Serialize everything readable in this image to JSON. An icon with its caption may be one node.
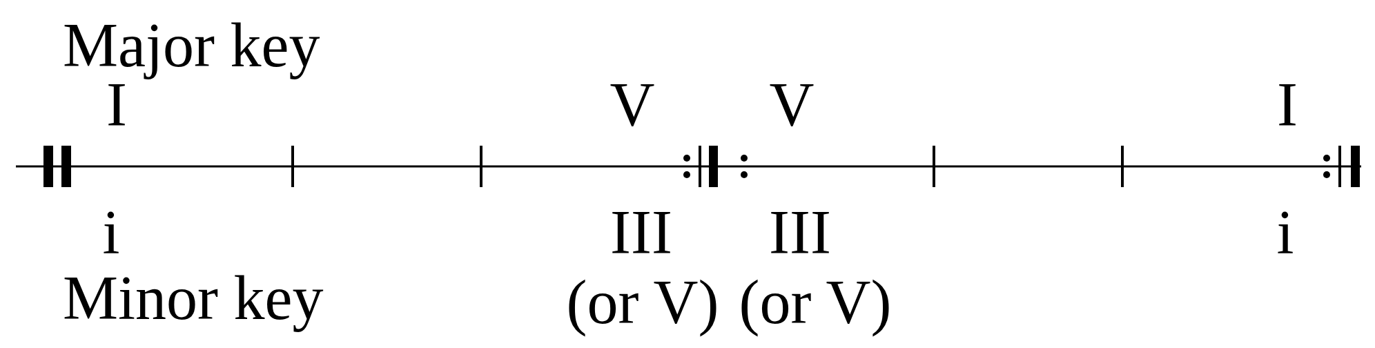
{
  "diagram": {
    "labels": [
      "Major key",
      "I",
      "V",
      "V",
      "I",
      "i",
      "III",
      "III",
      "i",
      "Minor key",
      "(or V)",
      "(or V)"
    ]
  }
}
